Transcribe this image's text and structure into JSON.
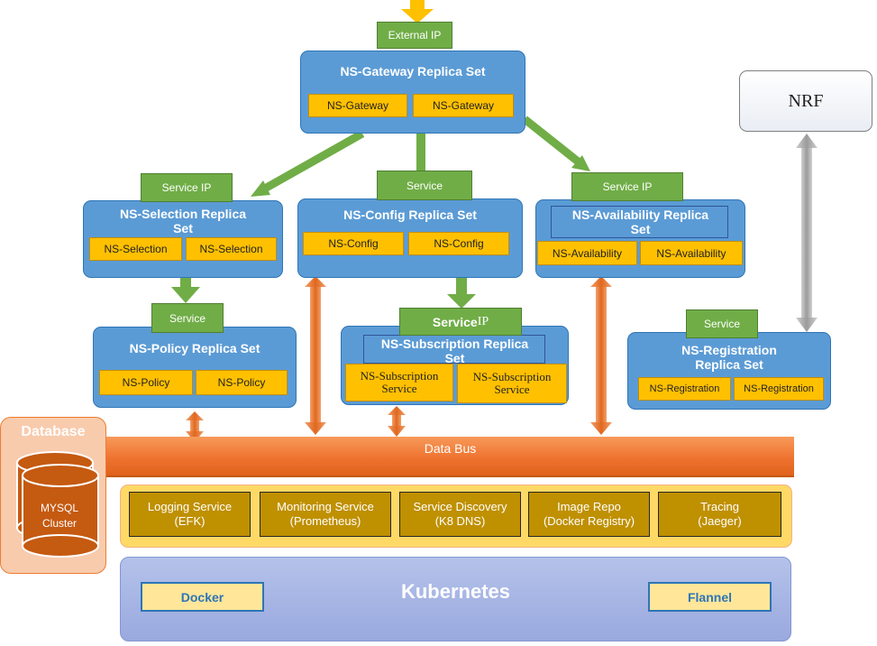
{
  "external_ip_label": "External IP",
  "gateway": {
    "title": "NS-Gateway Replica Set",
    "pods": [
      "NS-Gateway",
      "NS-Gateway"
    ]
  },
  "nrf_label": "NRF",
  "selection": {
    "service_label": "Service IP",
    "title_line1": "NS-Selection Replica",
    "title_line2": "Set",
    "pods": [
      "NS-Selection",
      "NS-Selection"
    ]
  },
  "config": {
    "service_label": "Service",
    "title": "NS-Config Replica Set",
    "pods": [
      "NS-Config",
      "NS-Config"
    ]
  },
  "availability": {
    "service_label": "Service IP",
    "title_line1": "NS-Availability Replica",
    "title_line2": "Set",
    "pods": [
      "NS-Availability",
      "NS-Availability"
    ]
  },
  "policy": {
    "service_label": "Service",
    "title": "NS-Policy Replica Set",
    "pods": [
      "NS-Policy",
      "NS-Policy"
    ]
  },
  "subscription": {
    "service_label_bold": "Service",
    "service_label_rest": " IP",
    "title_line1": "NS-Subscription Replica",
    "title_line2": "Set",
    "pods": [
      [
        "NS-Subscription",
        "Service"
      ],
      [
        "NS-Subscription",
        "Service"
      ]
    ]
  },
  "registration": {
    "service_label": "Service",
    "title_line1": "NS-Registration",
    "title_line2": "Replica Set",
    "pods": [
      "NS-Registration",
      "NS-Registration"
    ]
  },
  "database": {
    "label": "Database",
    "cylinder_line1": "MYSQL",
    "cylinder_line2": "Cluster"
  },
  "data_bus_label": "Data Bus",
  "utilities": [
    {
      "line1": "Logging Service",
      "line2": "(EFK)"
    },
    {
      "line1": "Monitoring Service",
      "line2": "(Prometheus)"
    },
    {
      "line1": "Service Discovery",
      "line2": "(K8 DNS)"
    },
    {
      "line1": "Image Repo",
      "line2": "(Docker Registry)"
    },
    {
      "line1": "Tracing",
      "line2": "(Jaeger)"
    }
  ],
  "kubernetes": {
    "title": "Kubernetes",
    "docker_label": "Docker",
    "flannel_label": "Flannel"
  },
  "colors": {
    "replica_set": "#5b9bd5",
    "pod": "#ffc000",
    "service": "#70ad47",
    "data_bus": "#f4772f",
    "utility": "#bf9000",
    "kubernetes": "#a8b8e6",
    "database": "#f8cbad",
    "cylinder": "#c55a11",
    "external_arrow": "#ffc000",
    "nrf_arrow": "#a6a6a6"
  }
}
